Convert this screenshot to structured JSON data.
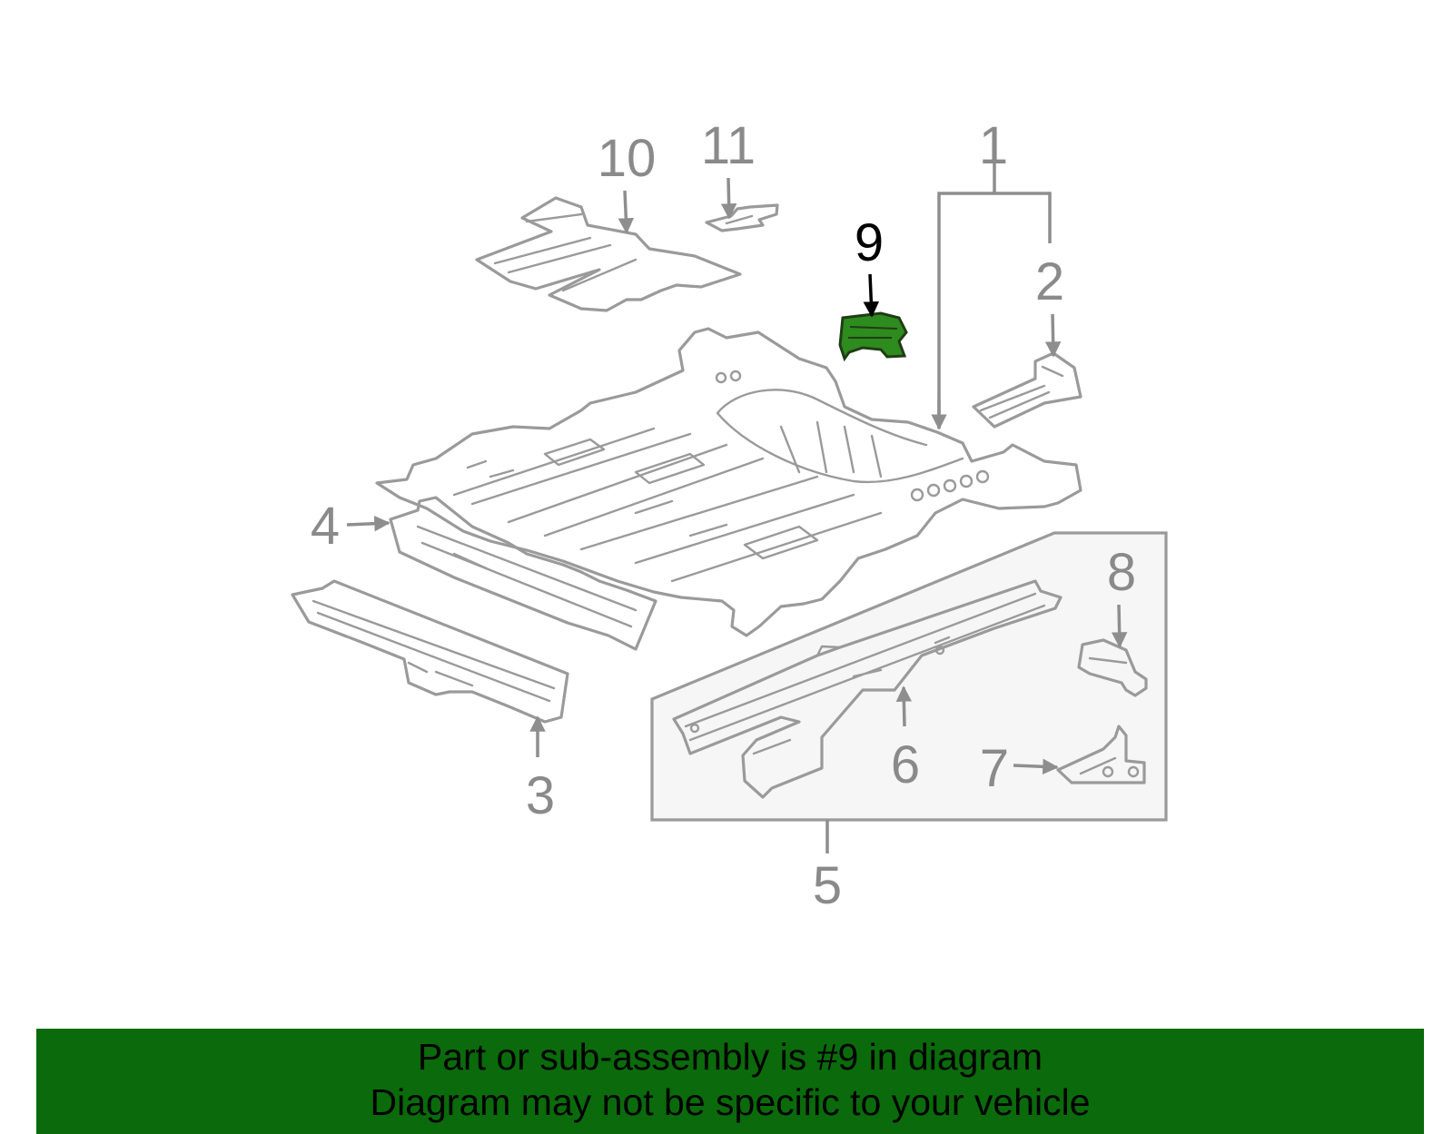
{
  "diagram": {
    "callouts": {
      "c1": "1",
      "c2": "2",
      "c3": "3",
      "c4": "4",
      "c5": "5",
      "c6": "6",
      "c7": "7",
      "c8": "8",
      "c9": "9",
      "c10": "10",
      "c11": "11"
    },
    "highlighted_part": "9",
    "colors": {
      "line_art": "#9a9a9a",
      "highlight_fill": "#2e8b1e",
      "callout_text": "#8a8a8a",
      "highlight_callout_text": "#000000",
      "banner_background": "#0b6a0b",
      "subassembly_box": "#f6f6f6"
    }
  },
  "banner": {
    "line1": "Part or sub-assembly is #9 in diagram",
    "line2": "Diagram may not be specific to your vehicle"
  }
}
